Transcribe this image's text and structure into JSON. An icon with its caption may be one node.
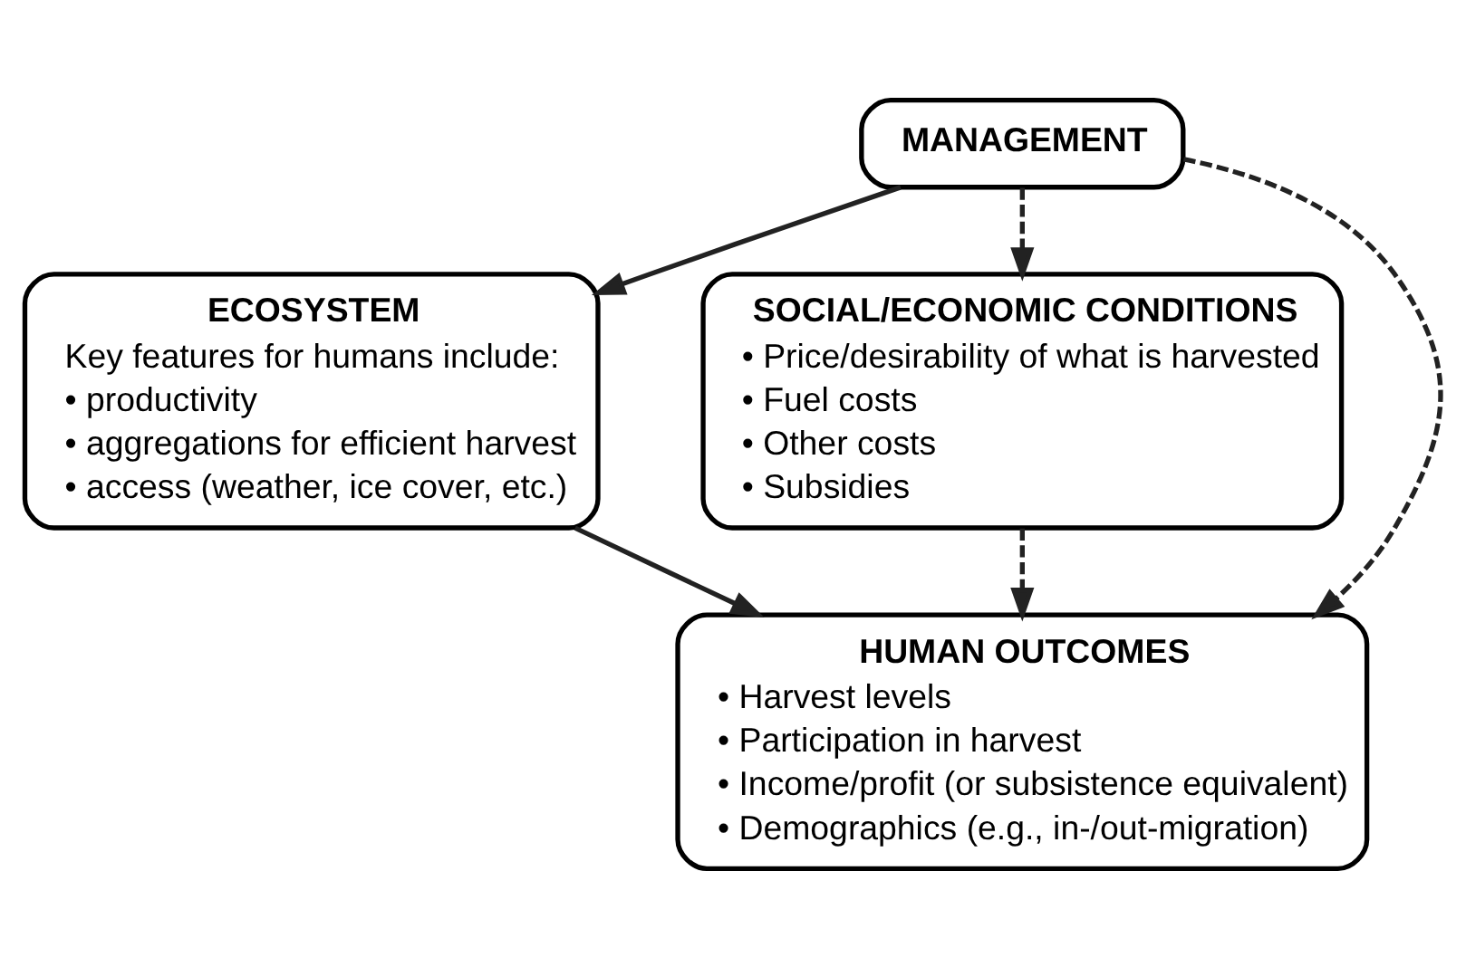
{
  "diagram": {
    "nodes": [
      {
        "text": [
          "ECOSYSTEM",
          "Key features for humans include:",
          "• productivity",
          "• aggregations for efficient harvest",
          "• access (weather, ice cover, etc.)"
        ]
      },
      {
        "text": [
          "SOCIAL/ECONOMIC CONDITIONS",
          "• Price/desirability of what is harvested",
          "• Fuel costs",
          "• Other costs",
          "• Subsidies"
        ]
      },
      {
        "text": [
          "MANAGEMENT"
        ]
      },
      {
        "text": [
          "HUMAN OUTCOMES",
          "• Harvest levels",
          "• Participation in harvest",
          "• Income/profit (or subsistence equivalent)",
          "• Demographics (e.g., in-/out-migration)"
        ]
      }
    ],
    "edges": [
      {
        "from": 0,
        "to": 3,
        "arrow": "to"
      },
      {
        "from": 2,
        "to": 0,
        "arrow": "to"
      },
      {
        "from": 2,
        "to": 1,
        "arrow": "to",
        "style": "dashed"
      },
      {
        "from": 2,
        "to": 3,
        "arrow": "to",
        "style": "dashed"
      },
      {
        "from": 1,
        "to": 3,
        "arrow": "to",
        "style": "dashed"
      }
    ]
  }
}
